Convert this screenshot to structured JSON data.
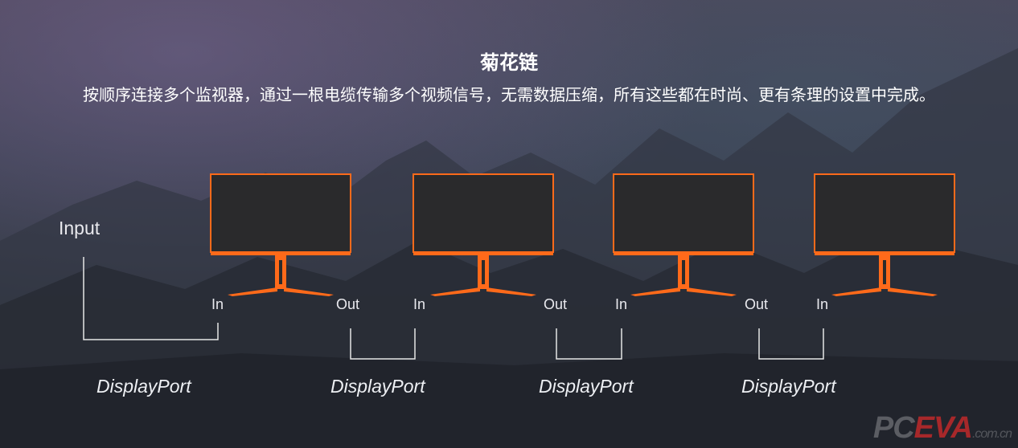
{
  "title": "菊花链",
  "description": "按顺序连接多个监视器，通过一根电缆传输多个视频信号，无需数据压缩，所有这些都在时尚、更有条理的设置中完成。",
  "input_label": "Input",
  "port_in": "In",
  "port_out": "Out",
  "cable_label": "DisplayPort",
  "monitor_count": 4,
  "watermark": {
    "part1": "PC",
    "part2": "EVA",
    "part3": ".com.cn"
  },
  "colors": {
    "accent": "#ff6a1a",
    "screen": "#2a2a2c",
    "line": "#e6e6e6",
    "text": "#ffffff"
  }
}
